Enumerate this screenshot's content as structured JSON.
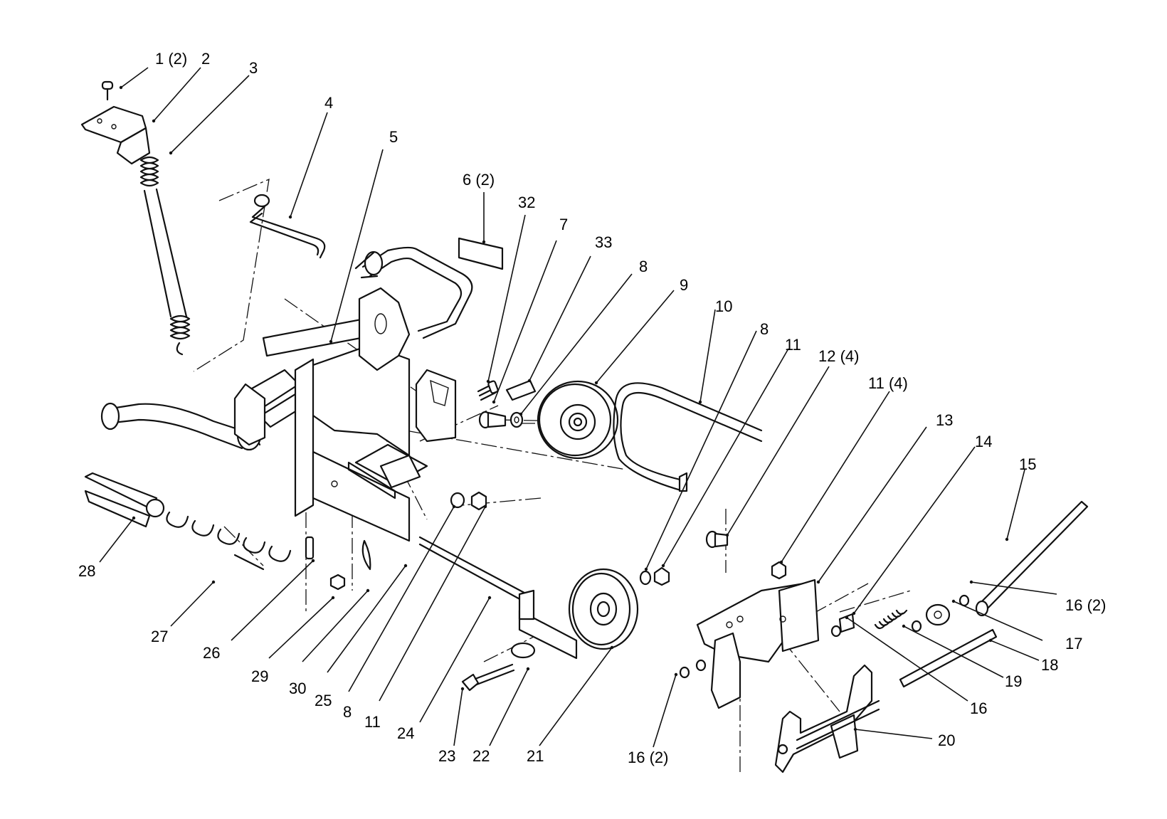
{
  "diagram": {
    "type": "exploded-parts-view",
    "callouts": [
      {
        "label": "1 (2)"
      },
      {
        "label": "2"
      },
      {
        "label": "3"
      },
      {
        "label": "4"
      },
      {
        "label": "5"
      },
      {
        "label": "6 (2)"
      },
      {
        "label": "32"
      },
      {
        "label": "7"
      },
      {
        "label": "33"
      },
      {
        "label": "8"
      },
      {
        "label": "9"
      },
      {
        "label": "10"
      },
      {
        "label": "8"
      },
      {
        "label": "11"
      },
      {
        "label": "12 (4)"
      },
      {
        "label": "11 (4)"
      },
      {
        "label": "13"
      },
      {
        "label": "14"
      },
      {
        "label": "15"
      },
      {
        "label": "16 (2)"
      },
      {
        "label": "17"
      },
      {
        "label": "18"
      },
      {
        "label": "19"
      },
      {
        "label": "16"
      },
      {
        "label": "20"
      },
      {
        "label": "16 (2)"
      },
      {
        "label": "21"
      },
      {
        "label": "22"
      },
      {
        "label": "23"
      },
      {
        "label": "24"
      },
      {
        "label": "11"
      },
      {
        "label": "8"
      },
      {
        "label": "25"
      },
      {
        "label": "30"
      },
      {
        "label": "29"
      },
      {
        "label": "26"
      },
      {
        "label": "27"
      },
      {
        "label": "28"
      }
    ]
  }
}
